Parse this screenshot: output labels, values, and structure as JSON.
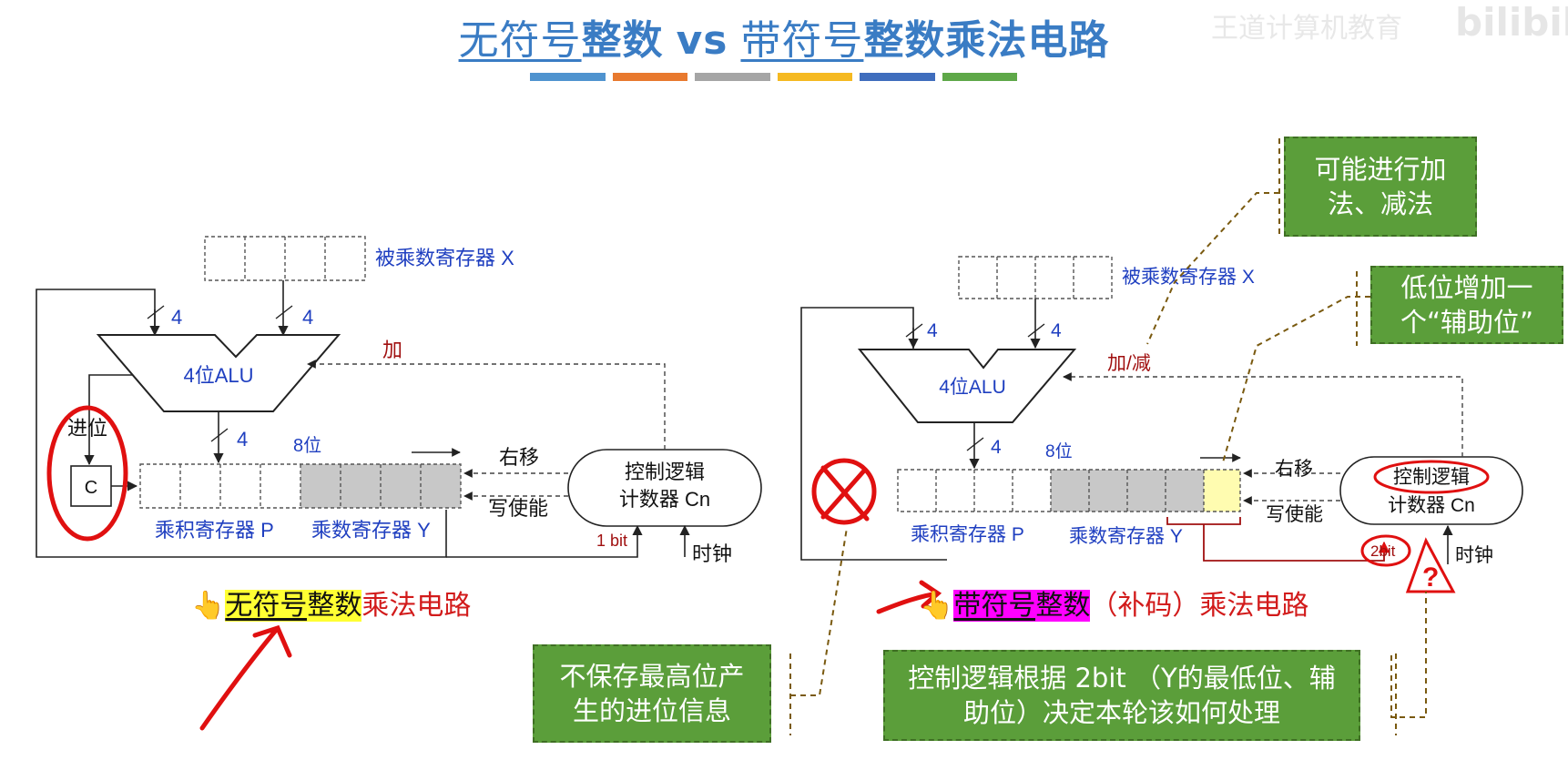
{
  "title": {
    "part1": "无符号",
    "part2": "整数",
    "vs": "vs",
    "part3": "带符号",
    "part4": "整数乘法电路"
  },
  "watermark": {
    "text": "王道计算机教育",
    "logo": "bilibili"
  },
  "color_bars": [
    "#4f93cf",
    "#e8792e",
    "#a5a5a5",
    "#f5b921",
    "#3f6dbd",
    "#5ea848"
  ],
  "left": {
    "reg_x_label": "被乘数寄存器 X",
    "alu_label": "4位ALU",
    "bus_width_a": "4",
    "bus_width_b": "4",
    "bus_width_out": "4",
    "add_label": "加",
    "carry_label": "进位",
    "carry_box": "C",
    "width_label": "8位",
    "shift_label": "右移",
    "write_label": "写使能",
    "ctrl_line1": "控制逻辑",
    "ctrl_line2": "计数器 Cn",
    "bit_label": "1 bit",
    "clock_label": "时钟",
    "reg_p_label": "乘积寄存器 P",
    "reg_y_label": "乘数寄存器 Y",
    "caption": {
      "hl1": "无符号",
      "hl2": "整数",
      "rest": "乘法电路"
    }
  },
  "right": {
    "reg_x_label": "被乘数寄存器 X",
    "alu_label": "4位ALU",
    "bus_width_a": "4",
    "bus_width_b": "4",
    "bus_width_out": "4",
    "addsub_label": "加/减",
    "width_label": "8位",
    "shift_label": "右移",
    "write_label": "写使能",
    "ctrl_line1": "控制逻辑",
    "ctrl_line2": "计数器 Cn",
    "bit_label": "2bit",
    "clock_label": "时钟",
    "reg_p_label": "乘积寄存器 P",
    "reg_y_label": "乘数寄存器 Y",
    "question_mark": "?",
    "caption": {
      "hl1": "带符号",
      "hl2": "整数",
      "rest": "（补码）乘法电路"
    }
  },
  "notes": {
    "add_sub": "可能进行加法、减法",
    "aux_bit": "低位增加一个“辅助位”",
    "no_carry": "不保存最高位产生的进位信息",
    "ctrl_logic": "控制逻辑根据 2bit （Y的最低位、辅助位）决定本轮该如何处理"
  },
  "colors": {
    "title": "#3a7cc4",
    "diagram_label_blue": "#1f3fc0",
    "dark_red_label": "#a01010",
    "annotation_red": "#e01010",
    "note_green": "#5b9e3a",
    "aux_bit_fill": "#fffcb0",
    "reg_y_fill": "#c8c8c8"
  }
}
